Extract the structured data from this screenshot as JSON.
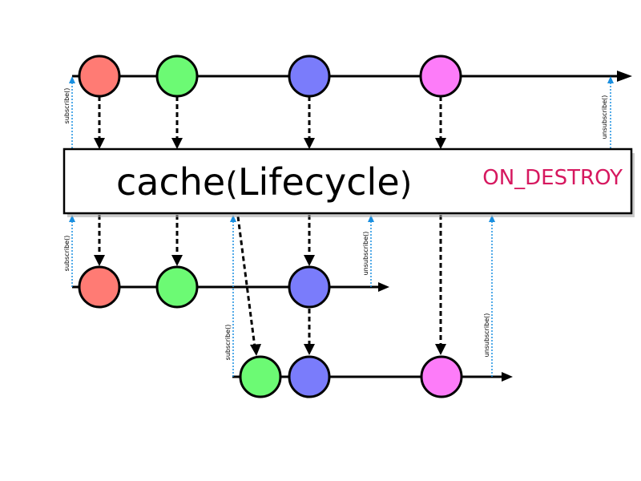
{
  "operator": {
    "name": "cache",
    "open_paren": "(",
    "param": "Lifecycle",
    "close_paren": ")",
    "argument": "ON_DESTROY",
    "argument_color": "#d6185f"
  },
  "labels": {
    "subscribe": "subscribe()",
    "unsubscribe": "unsubscribe()"
  },
  "colors": {
    "red": "#ff7b74",
    "green": "#6cfa74",
    "blue": "#7a7cfb",
    "pink": "#fd7cf9",
    "subscription_line": "#1a8fe0",
    "line": "#000000"
  },
  "marbles": {
    "source": [
      "red",
      "green",
      "blue",
      "pink"
    ],
    "first_subscriber": [
      "red",
      "green",
      "blue"
    ],
    "second_subscriber": [
      "green",
      "blue",
      "pink"
    ]
  }
}
